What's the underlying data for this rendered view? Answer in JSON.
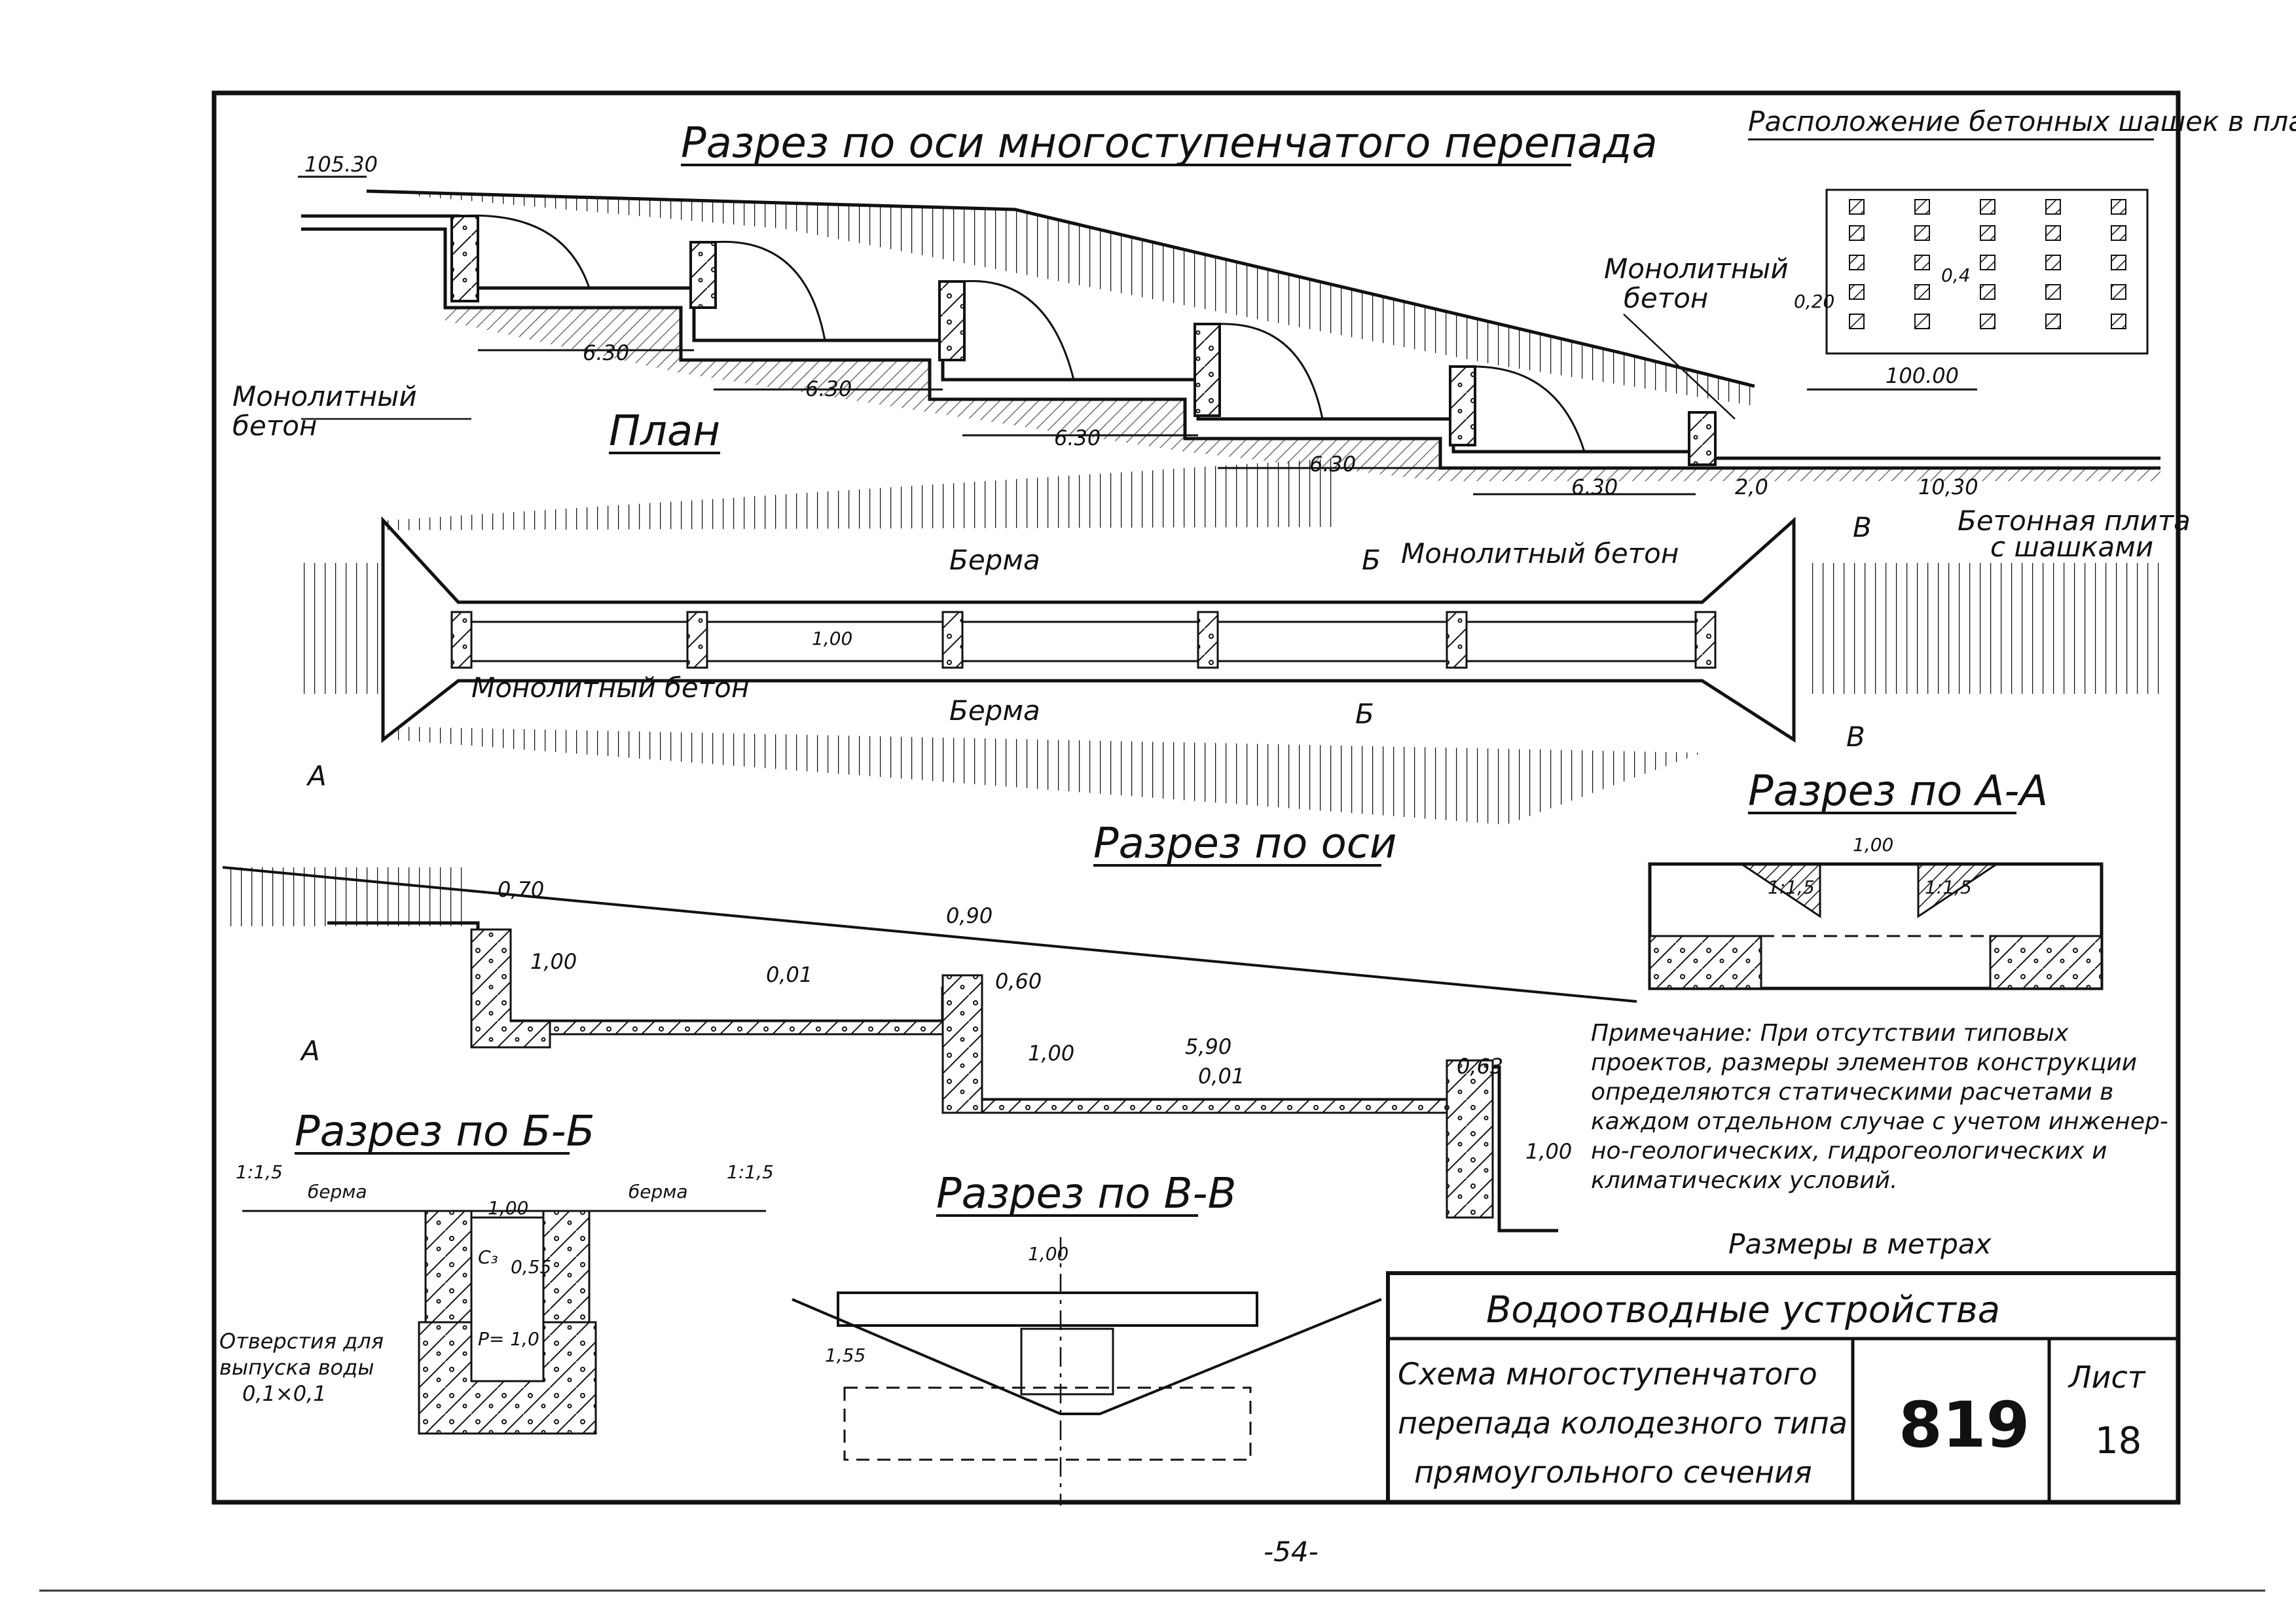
{
  "title_main": "Разрез по оси многоступенчатого перепада",
  "title_plan_checks": "Расположение бетонных шашек в плане",
  "title_plan": "План",
  "title_section_axis": "Разрез по оси",
  "title_section_aa": "Разрез по А-А",
  "title_section_bb": "Разрез по Б-Б",
  "title_section_vv": "Разрез по В-В",
  "elevations": {
    "top": "105.30",
    "bottom": "100.00"
  },
  "step_dims": [
    "6.30",
    "6.30",
    "6.30",
    "6.30",
    "6.30"
  ],
  "dim_2_0": "2,0",
  "dim_10_30": "10,30",
  "dim_1_00": "1,00",
  "dim_0_20": "0,20",
  "dim_0_4": "0,4",
  "dim_0_70": "0,70",
  "dim_0_90": "0,90",
  "dim_0_60": "0,60",
  "dim_5_90": "5,90",
  "dim_0_01": "0,01",
  "dim_0_63": "0,63",
  "dim_1_55": "1,55",
  "dim_0_55": "0,55",
  "slope_1_1_5": "1:1,5",
  "labels": {
    "monolith": "Монолитный бетон",
    "monolith_short1": "Монолитный",
    "monolith_short2": "бетон",
    "berma": "Берма",
    "berma_lc": "берма",
    "slab": "Бетонная плита",
    "slab2": "с шашками",
    "holes1": "Отверстия для",
    "holes2": "выпуска воды",
    "holes3": "0,1×0,1",
    "c3": "С₃",
    "p": "Р= 1,0",
    "A": "А",
    "B": "Б",
    "V": "В"
  },
  "note_lines": [
    "Примечание: При отсутствии типовых",
    "проектов, размеры элементов конструкции",
    "определяются статическими расчетами в",
    "каждом отдельном случае с учетом инженер-",
    "но-геологических, гидрогеологических и",
    "климатических условий."
  ],
  "units_note": "Размеры в метрах",
  "title_block": {
    "main": "Водоотводные устройства",
    "desc": [
      "Схема многоступенчатого",
      "перепада колодезного типа",
      "прямоугольного сечения"
    ],
    "number": "819",
    "sheet_label": "Лист",
    "sheet_num": "18"
  },
  "page_num": "-54-"
}
